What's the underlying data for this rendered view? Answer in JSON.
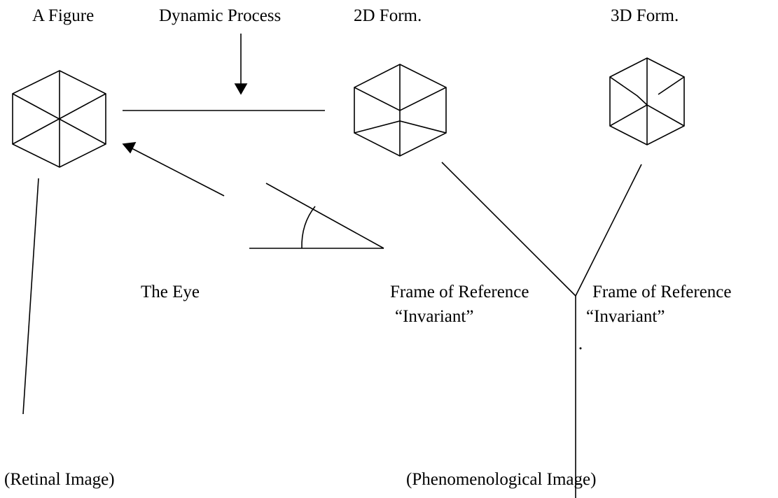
{
  "labels": {
    "a_figure": "A Figure",
    "dynamic_process": "Dynamic Process",
    "form_2d": "2D Form.",
    "form_3d": "3D Form.",
    "the_eye": "The Eye",
    "frame_left": "Frame of Reference",
    "invariant_left": "“Invariant”",
    "frame_right": "Frame of Reference",
    "invariant_right": "“Invariant”",
    "retinal_image": "(Retinal Image)",
    "phenomenological_image": "(Phenomenological Image)"
  }
}
